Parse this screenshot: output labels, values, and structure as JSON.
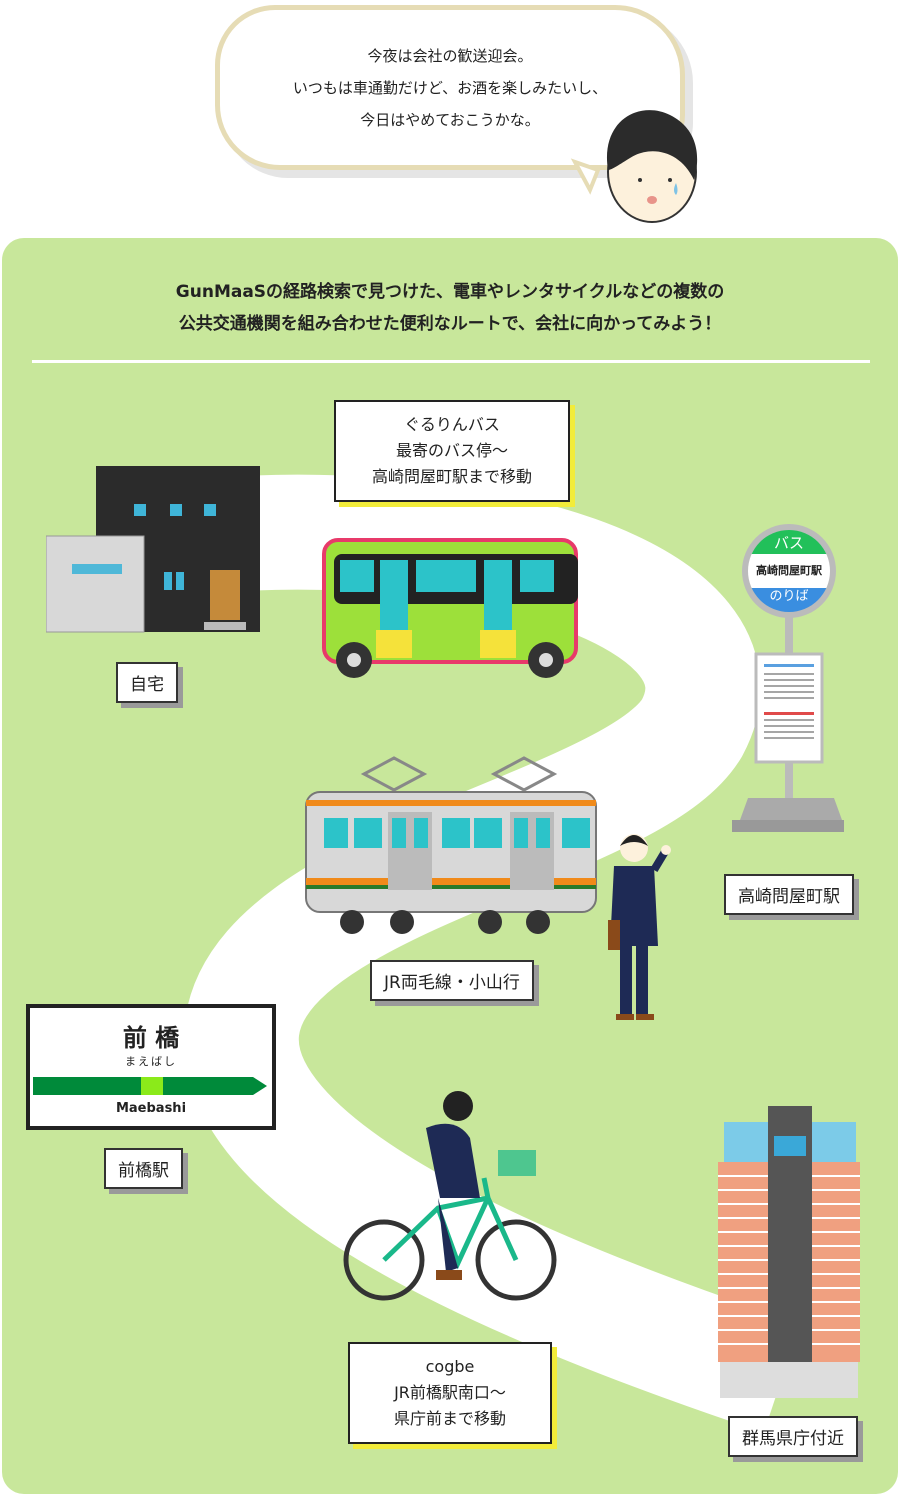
{
  "speech": {
    "lines": [
      "今夜は会社の歓送迎会。",
      "いつもは車通勤だけど、お酒を楽しみたいし、",
      "今日はやめておこうかな。"
    ]
  },
  "intro": {
    "lines": [
      "GunMaaSの経路検索で見つけた、電車やレンタサイクルなどの複数の",
      "公共交通機関を組み合わせた便利なルートで、会社に向かってみよう！"
    ]
  },
  "stops": {
    "home": "自宅",
    "takasaki_tonyamachi": "高崎問屋町駅",
    "jr_line": "JR両毛線・小山行",
    "maebashi": "前橋駅",
    "kencho": "群馬県庁付近"
  },
  "callouts": {
    "bus": [
      "ぐるりんバス",
      "最寄のバス停〜",
      "高崎問屋町駅まで移動"
    ],
    "cycle": [
      "cogbe",
      "JR前橋駅南口〜",
      "県庁前まで移動"
    ]
  },
  "bus_stop_sign": {
    "top": "バス",
    "middle": "高崎問屋町駅",
    "bottom": "のりば"
  },
  "station_sign": {
    "kanji": "前 橋",
    "kana": "まえばし",
    "romaji": "Maebashi"
  },
  "colors": {
    "panel": "#c8e79b",
    "road": "#ffffff",
    "accent_yellow": "#f2ec3a",
    "jr_green": "#008a3a"
  }
}
